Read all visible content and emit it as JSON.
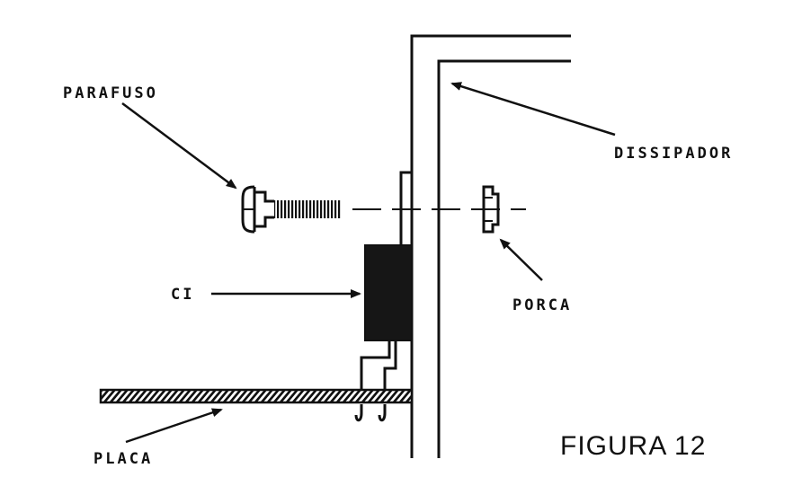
{
  "labels": {
    "parafuso": "PARAFUSO",
    "dissipador": "DISSIPADOR",
    "ci": "CI",
    "porca": "PORCA",
    "placa": "PLACA"
  },
  "figure_caption": "FIGURA 12",
  "colors": {
    "ink": "#111111",
    "background": "#ffffff"
  }
}
